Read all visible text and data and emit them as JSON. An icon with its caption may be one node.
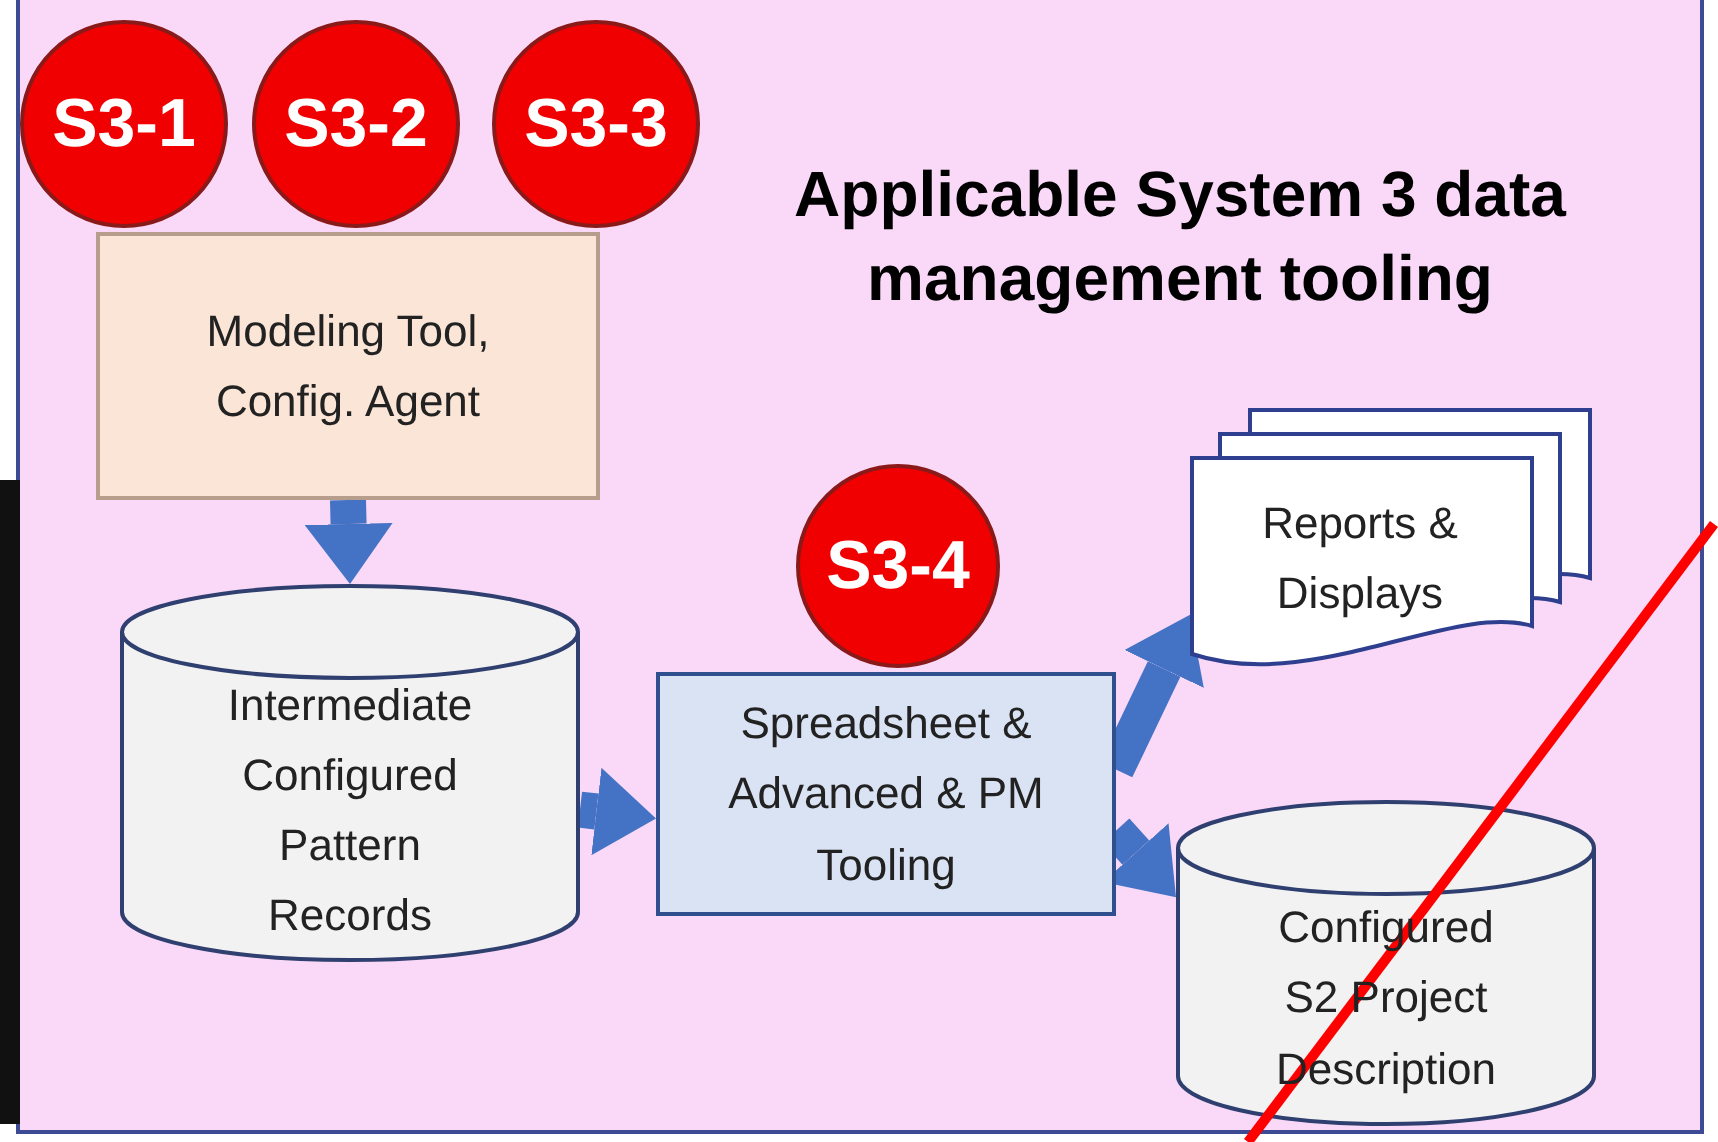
{
  "diagram": {
    "title": "Applicable System 3 data management tooling",
    "nodes": [
      {
        "text": [
          "S3-1"
        ]
      },
      {
        "text": [
          "S3-2"
        ]
      },
      {
        "text": [
          "S3-3"
        ]
      },
      {
        "text": [
          "Modeling Tool, Config. Agent"
        ]
      },
      {
        "text": [
          "Intermediate Configured Pattern Records"
        ]
      },
      {
        "text": [
          "S3-4"
        ]
      },
      {
        "text": [
          "Spreadsheet & Advanced & PM Tooling"
        ]
      },
      {
        "text": [
          "Reports & Displays"
        ]
      },
      {
        "text": [
          "Configured S2 Project Description"
        ]
      }
    ],
    "edges": [
      {
        "from": 3,
        "to": 4,
        "arrow": "to"
      },
      {
        "from": 4,
        "to": 6,
        "arrow": "to"
      },
      {
        "from": 6,
        "to": 7,
        "arrow": "to"
      },
      {
        "from": 6,
        "to": 8,
        "arrow": "to"
      }
    ]
  }
}
